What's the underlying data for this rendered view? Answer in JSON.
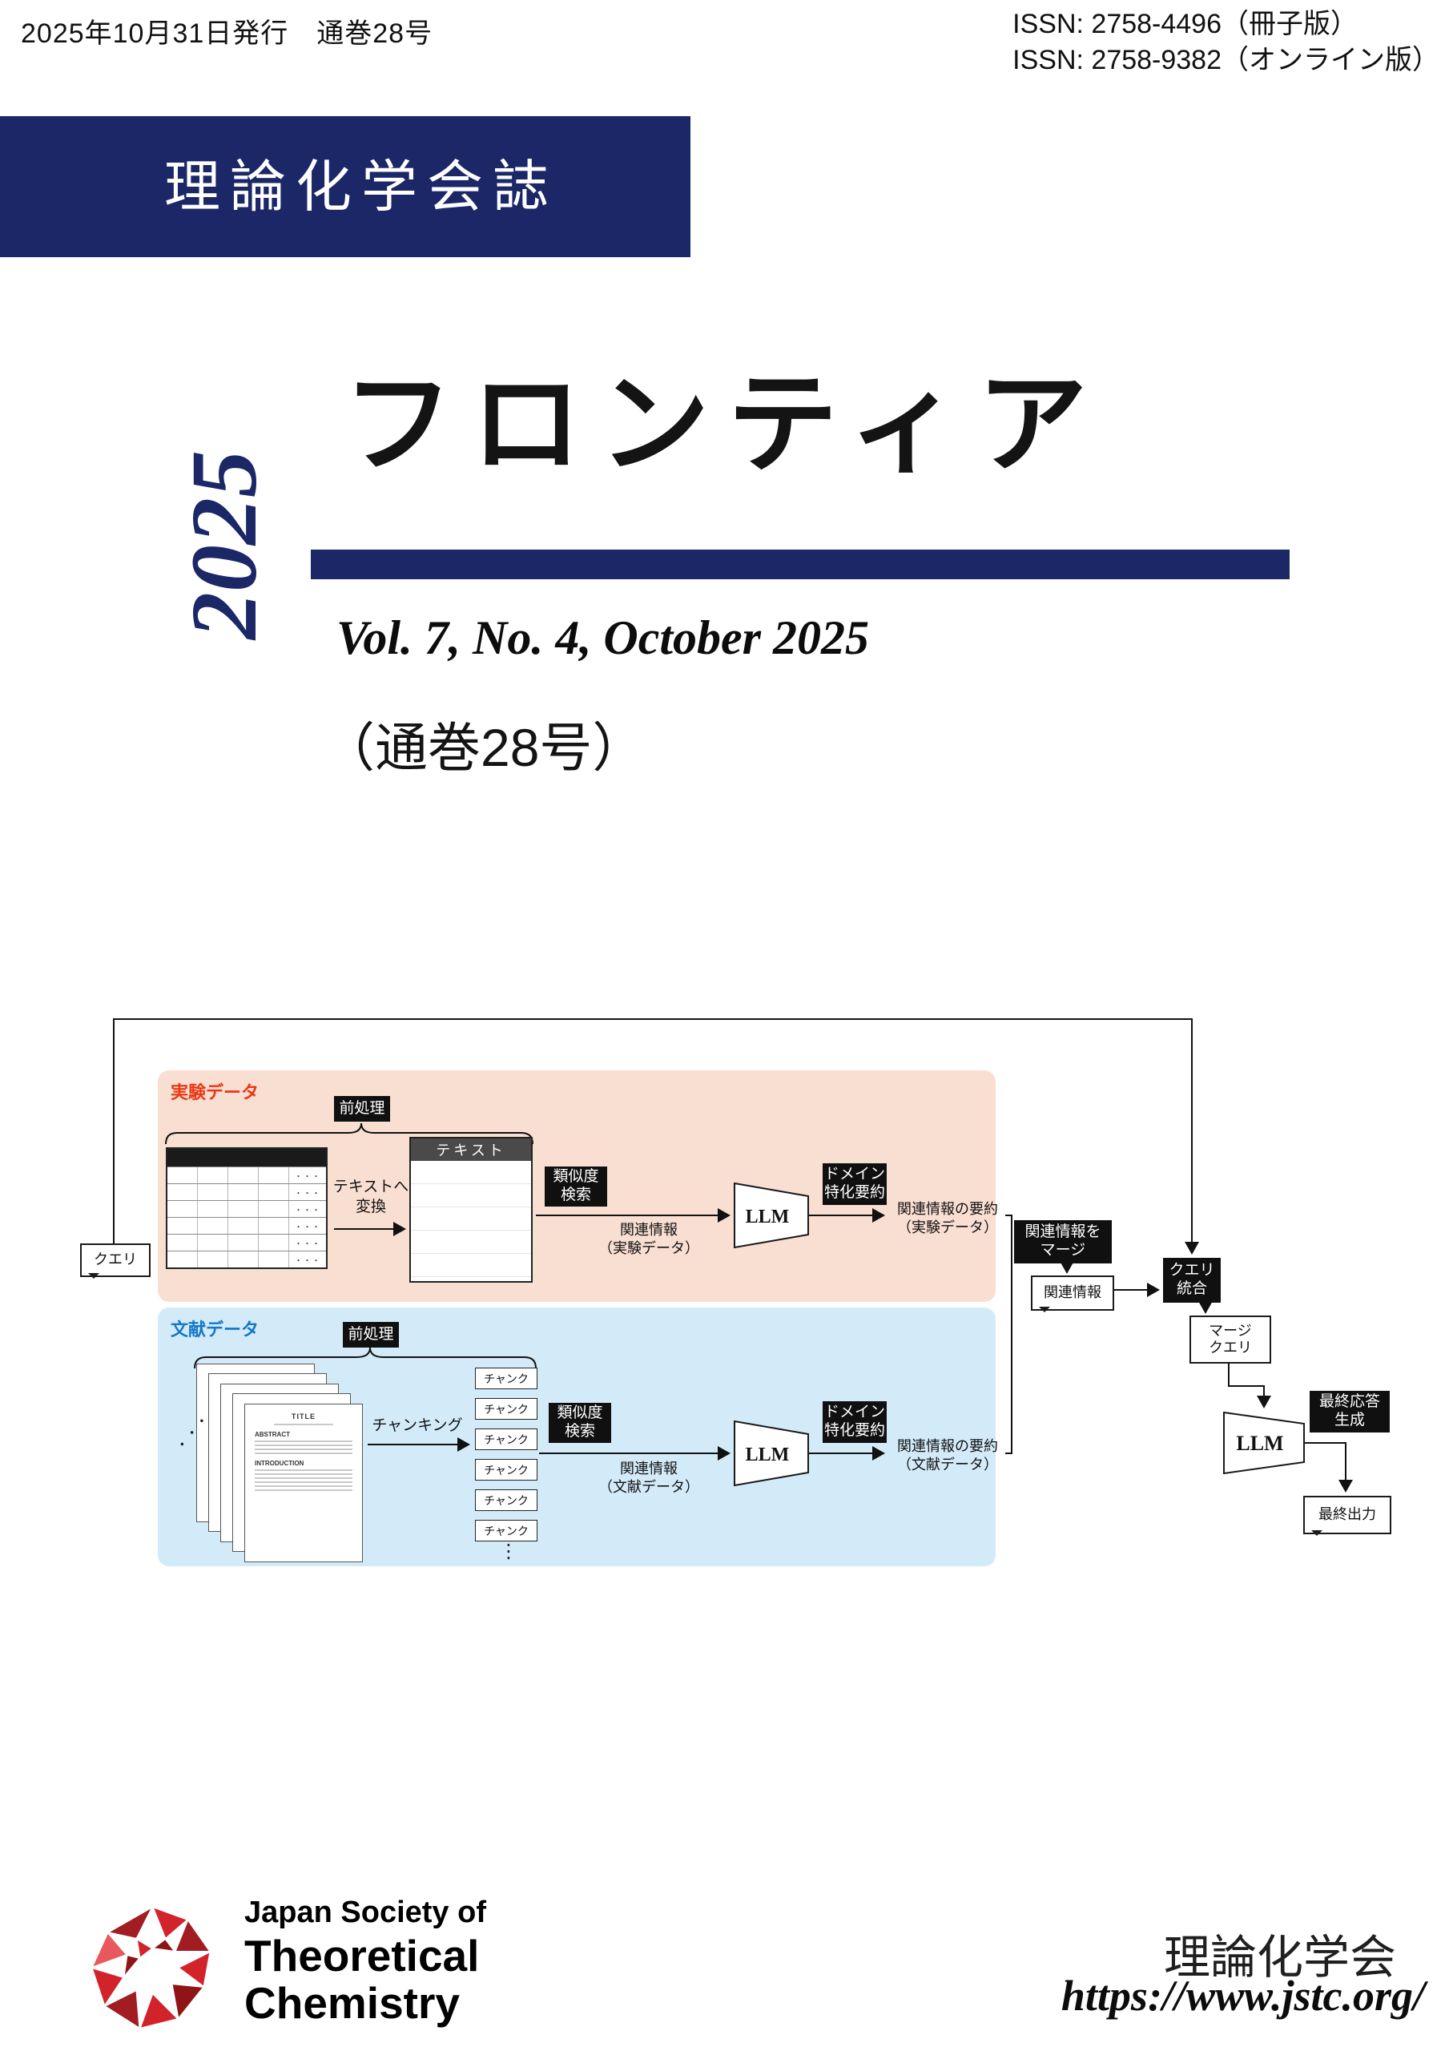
{
  "header": {
    "date_line": "2025年10月31日発行　通巻28号",
    "issn_print": "ISSN: 2758-4496（冊子版）",
    "issn_online": "ISSN: 2758-9382（オンライン版）"
  },
  "masthead": {
    "journal_name": "理論化学会誌",
    "year": "2025",
    "title": "フロンティア",
    "volume_line": "Vol. 7, No. 4, October 2025",
    "issue_line": "（通巻28号）"
  },
  "colors": {
    "navy": "#1b2766",
    "experimental_bg": "#f9ded2",
    "experimental_label": "#e83815",
    "literature_bg": "#d3ebf9",
    "literature_label": "#1478c8",
    "logo_red": "#d2232a"
  },
  "diagram": {
    "query": "クエリ",
    "experimental": {
      "section_label": "実験データ",
      "preprocess": "前処理",
      "table_dots": "・・・",
      "convert": "テキストへ\n変換",
      "text_box": "テキスト",
      "similarity": "類似度\n検索",
      "related": "関連情報\n（実験データ）",
      "llm": "LLM",
      "domain_summary": "ドメイン\n特化要約",
      "related_summary": "関連情報の要約\n（実験データ）"
    },
    "literature": {
      "section_label": "文献データ",
      "preprocess": "前処理",
      "doc_title": "TITLE",
      "doc_abstract": "ABSTRACT",
      "doc_introduction": "INTRODUCTION",
      "stack_dots": "・・・",
      "chunking": "チャンキング",
      "chunk_label": "チャンク",
      "chunk_ellipsis": "⋮",
      "similarity": "類似度\n検索",
      "related": "関連情報\n（文献データ）",
      "llm": "LLM",
      "domain_summary": "ドメイン\n特化要約",
      "related_summary": "関連情報の要約\n（文献データ）"
    },
    "merge": {
      "merge_box": "関連情報を\nマージ",
      "related_info": "関連情報",
      "query_merge": "クエリ\n統合",
      "merged_query": "マージ\nクエリ",
      "final_llm": "LLM",
      "final_generate": "最終応答\n生成",
      "final_output": "最終出力"
    }
  },
  "footer": {
    "society_en_small": "Japan Society of",
    "society_en_line1": "Theoretical",
    "society_en_line2": "Chemistry",
    "society_jp": "理論化学会",
    "url": "https://www.jstc.org/"
  }
}
